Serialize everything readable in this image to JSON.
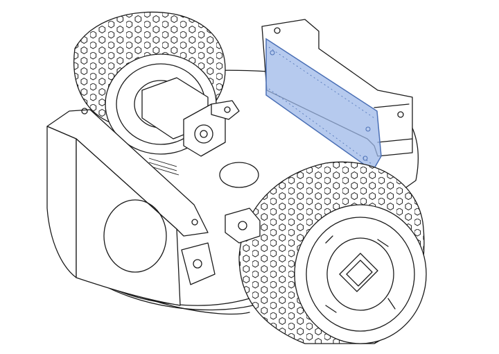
{
  "diagram": {
    "subject": "",
    "colors": {
      "line": "#1a1a1a",
      "background": "#ffffff",
      "highlight_fill": "#9db8e8",
      "highlight_stroke": "#4a6fb5"
    },
    "parts": [
      {
        "id": "chassis",
        "icon": "chassis-outline"
      },
      {
        "id": "wheel-back",
        "icon": "tire-hex-tread"
      },
      {
        "id": "wheel-front",
        "icon": "tire-hex-tread"
      },
      {
        "id": "motor",
        "icon": "gear-motor"
      },
      {
        "id": "bracket",
        "icon": "mounting-bracket"
      },
      {
        "id": "highlighted-board",
        "icon": "circuit-board",
        "highlighted": true
      },
      {
        "id": "bumper",
        "icon": "front-bumper"
      }
    ]
  }
}
